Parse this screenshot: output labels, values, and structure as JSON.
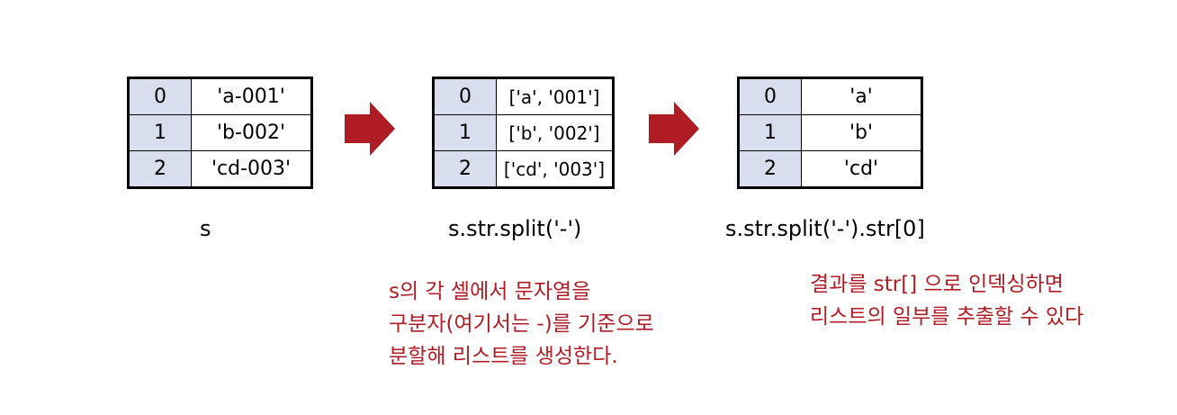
{
  "accent_color": "#b01c24",
  "steps": [
    {
      "caption": "s",
      "rows": [
        {
          "index": "0",
          "value": "'a-001'"
        },
        {
          "index": "1",
          "value": "'b-002'"
        },
        {
          "index": "2",
          "value": "'cd-003'"
        }
      ]
    },
    {
      "caption": "s.str.split('-')",
      "rows": [
        {
          "index": "0",
          "value": "['a', '001']"
        },
        {
          "index": "1",
          "value": "['b', '002']"
        },
        {
          "index": "2",
          "value": "['cd', '003']"
        }
      ]
    },
    {
      "caption": "s.str.split('-').str[0]",
      "rows": [
        {
          "index": "0",
          "value": "'a'"
        },
        {
          "index": "1",
          "value": "'b'"
        },
        {
          "index": "2",
          "value": "'cd'"
        }
      ]
    }
  ],
  "arrows": [
    {
      "icon": "right-arrow-icon"
    },
    {
      "icon": "right-arrow-icon"
    }
  ],
  "notes": {
    "split": [
      "s의 각 셀에서 문자열을",
      "구분자(여기서는 -)를 기준으로",
      "분할해 리스트를 생성한다."
    ],
    "index": [
      "결과를 str[] 으로 인덱싱하면",
      "리스트의 일부를 추출할 수 있다"
    ]
  }
}
